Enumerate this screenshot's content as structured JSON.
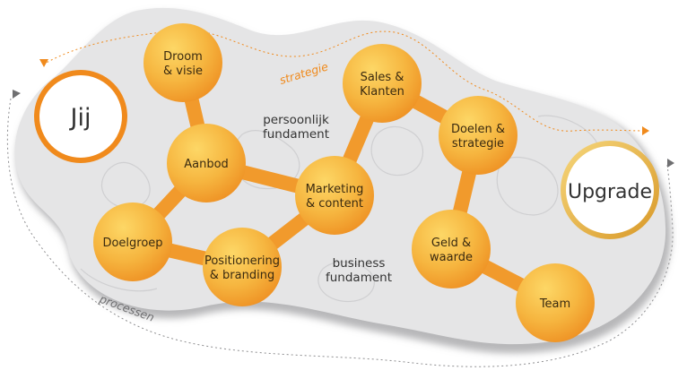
{
  "center": {
    "label": "Jij"
  },
  "goal": {
    "label": "Upgrade"
  },
  "nodes": [
    {
      "id": "droom",
      "lines": [
        "Droom",
        "& visie"
      ]
    },
    {
      "id": "aanbod",
      "lines": [
        "Aanbod"
      ]
    },
    {
      "id": "doelgroep",
      "lines": [
        "Doelgroep"
      ]
    },
    {
      "id": "positionering",
      "lines": [
        "Positionering",
        "& branding"
      ]
    },
    {
      "id": "marketing",
      "lines": [
        "Marketing",
        "& content"
      ]
    },
    {
      "id": "sales",
      "lines": [
        "Sales &",
        "Klanten"
      ]
    },
    {
      "id": "doelen",
      "lines": [
        "Doelen &",
        "strategie"
      ]
    },
    {
      "id": "geld",
      "lines": [
        "Geld &",
        "waarde"
      ]
    },
    {
      "id": "team",
      "lines": [
        "Team"
      ]
    }
  ],
  "zones": {
    "persoonlijk": [
      "persoonlijk",
      "fundament"
    ],
    "business": [
      "business",
      "fundament"
    ]
  },
  "paths": {
    "strategie": "strategie",
    "processen": "processen"
  },
  "colors": {
    "accent": "#f08a1c",
    "node_light": "#fbc84a",
    "node_dark": "#f19a2c",
    "goal_ring": "#e9b848",
    "blob": "#e4e4e5",
    "blob_shadow": "#a9a9ab"
  }
}
